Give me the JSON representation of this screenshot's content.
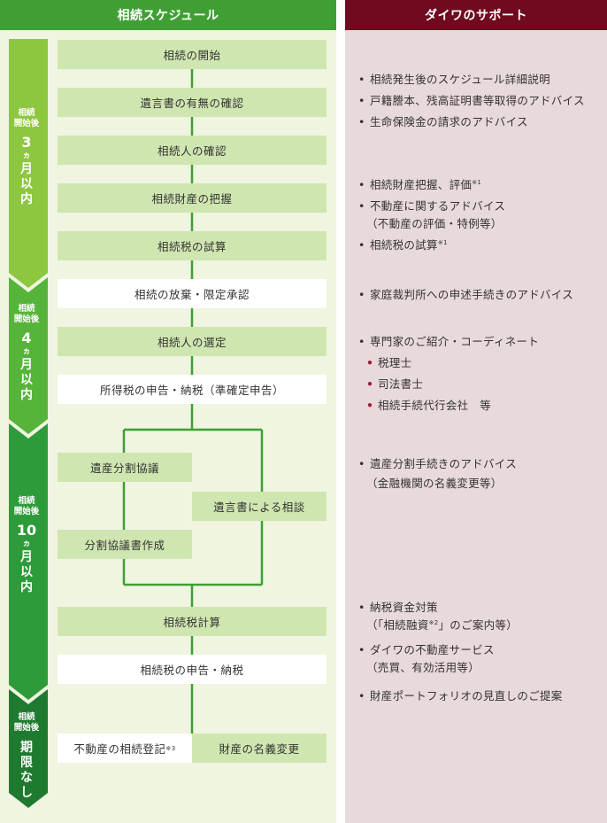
{
  "headers": {
    "left": "相続スケジュール",
    "right": "ダイワのサポート"
  },
  "phases": [
    {
      "prefix": "相続\n開始後",
      "num": "3",
      "ka": "ヵ",
      "rest": "月\n以\n内"
    },
    {
      "prefix": "相続\n開始後",
      "num": "4",
      "ka": "ヵ",
      "rest": "月\n以\n内"
    },
    {
      "prefix": "相続\n開始後",
      "num": "10",
      "ka": "ヵ",
      "rest": "月\n以\n内"
    },
    {
      "prefix": "相続\n開始後",
      "num": "",
      "ka": "",
      "rest": "期\n限\nな\nし"
    }
  ],
  "steps": {
    "start": "相続の開始",
    "will_check": "遺言書の有無の確認",
    "heir_check": "相続人の確認",
    "asset_grasp": "相続財産の把握",
    "tax_trial": "相続税の試算",
    "renounce": "相続の放棄・限定承認",
    "heir_select": "相続人の選定",
    "income_tax": "所得税の申告・納税（準確定申告）",
    "division_talk": "遺産分割協議",
    "will_based": "遺言書による相談",
    "division_doc": "分割協議書作成",
    "tax_calc": "相続税計算",
    "tax_filing": "相続税の申告・納税",
    "real_estate_reg": "不動産の相続登記",
    "real_estate_reg_note": "※3",
    "asset_name_change": "財産の名義変更"
  },
  "support": {
    "g1": [
      "相続発生後のスケジュール詳細説明",
      "戸籍謄本、残高証明書等取得のアドバイス",
      "生命保険金の請求のアドバイス"
    ],
    "g2_item1": "相続財産把握、評価",
    "g2_item1_note": "※1",
    "g2_item2": "不動産に関するアドバイス",
    "g2_item2_cont": "（不動産の評価・特例等）",
    "g2_item3": "相続税の試算",
    "g2_item3_note": "※1",
    "g3": "家庭裁判所への申述手続きのアドバイス",
    "g4": "専門家のご紹介・コーディネート",
    "g4_subs": [
      "税理士",
      "司法書士",
      "相続手続代行会社　等"
    ],
    "g5": "遺産分割手続きのアドバイス",
    "g5_cont": "（金融機関の名義変更等）",
    "g6_item1": "納税資金対策",
    "g6_item1_cont_a": "（「相続融資",
    "g6_item1_cont_note": "※2",
    "g6_item1_cont_b": "」のご案内等）",
    "g6_item2": "ダイワの不動産サービス",
    "g6_item2_cont": "（売買、有効活用等）",
    "g6_item3": "財産ポートフォリオの見直しのご提案"
  },
  "colors": {
    "green_header": "#3f9f35",
    "maroon_header": "#6f0a1f",
    "phase1": "#8dc63f",
    "phase2": "#56b43a",
    "phase3": "#2e9b3a",
    "phase4": "#1d7a2f",
    "connector": "#3f9f35",
    "step_green": "#cfe6b0"
  }
}
